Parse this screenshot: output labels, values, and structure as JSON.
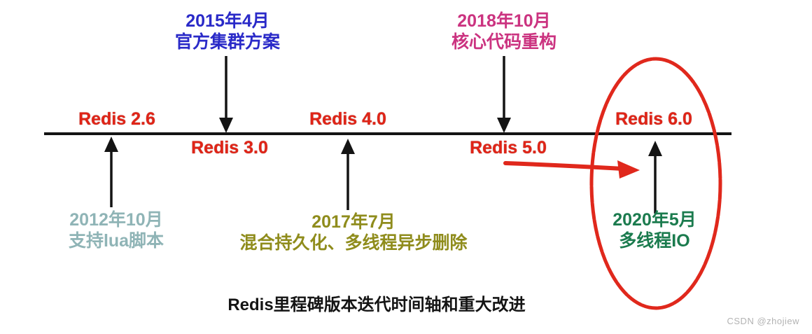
{
  "diagram": {
    "caption": "Redis里程碑版本迭代时间轴和重大改进",
    "watermark": "CSDN @zhojiew"
  },
  "colors": {
    "version_red": "#e02417",
    "axis_black": "#141414",
    "annotation_blue": "#2a2ac8",
    "annotation_magenta": "#cb3380",
    "annotation_teal": "#8fb4b6",
    "annotation_olive": "#8f8c1c",
    "annotation_green": "#1b7b4e",
    "highlight_red": "#e0281c",
    "watermark_gray": "#b3b3b3"
  },
  "timeline": {
    "versions": [
      {
        "label": "Redis 2.6",
        "side": "above"
      },
      {
        "label": "Redis 3.0",
        "side": "below"
      },
      {
        "label": "Redis 4.0",
        "side": "above"
      },
      {
        "label": "Redis 5.0",
        "side": "below"
      },
      {
        "label": "Redis 6.0",
        "side": "above",
        "highlighted": true
      }
    ]
  },
  "annotations": {
    "top": [
      {
        "date": "2015年4月",
        "desc": "官方集群方案",
        "points_to": "Redis 3.0",
        "color": "#2a2ac8"
      },
      {
        "date": "2018年10月",
        "desc": "核心代码重构",
        "points_to": "Redis 5.0",
        "color": "#cb3380"
      }
    ],
    "bottom": [
      {
        "date": "2012年10月",
        "desc": "支持lua脚本",
        "points_to": "Redis 2.6",
        "color": "#8fb4b6"
      },
      {
        "date": "2017年7月",
        "desc": "混合持久化、多线程异步删除",
        "points_to": "Redis 4.0",
        "color": "#8f8c1c"
      },
      {
        "date": "2020年5月",
        "desc": "多线程IO",
        "points_to": "Redis 6.0",
        "color": "#1b7b4e"
      }
    ]
  }
}
